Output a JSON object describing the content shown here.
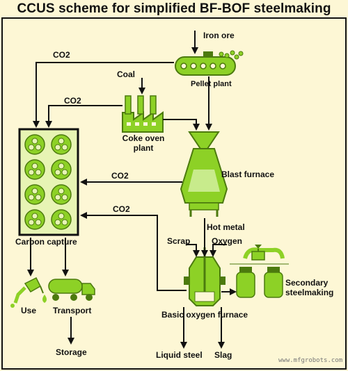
{
  "title": "CCUS scheme for simplified BF-BOF steelmaking",
  "labels": {
    "iron_ore": "Iron ore",
    "pellet_plant": "Pellet plant",
    "coal": "Coal",
    "coke_oven_line1": "Coke oven",
    "coke_oven_line2": "plant",
    "blast_furnace": "Blast furnace",
    "hot_metal": "Hot metal",
    "scrap": "Scrap",
    "oxygen": "Oxygen",
    "bof": "Basic oxygen furnace",
    "secondary_line1": "Secondary",
    "secondary_line2": "steelmaking",
    "liquid_steel": "Liquid steel",
    "slag": "Slag",
    "carbon_capture": "Carbon capture",
    "use": "Use",
    "transport": "Transport",
    "storage": "Storage",
    "co2_pellet": "CO2",
    "co2_coke": "CO2",
    "co2_bf": "CO2",
    "co2_bof": "CO2"
  },
  "watermark": "www.mfgrobots.com",
  "colors": {
    "background": "#fdf7d5",
    "green": "#8dd126",
    "green_dark": "#4c7a0e",
    "light_green": "#c8eb8c",
    "panel_bg": "#e7f4b4",
    "line": "#111111"
  },
  "icons": [
    "pellet-plant-icon",
    "coke-oven-icon",
    "blast-furnace-icon",
    "bof-converter-icon",
    "secondary-steelmaking-icon",
    "carbon-capture-panel",
    "fuel-nozzle-icon",
    "tanker-truck-icon"
  ]
}
